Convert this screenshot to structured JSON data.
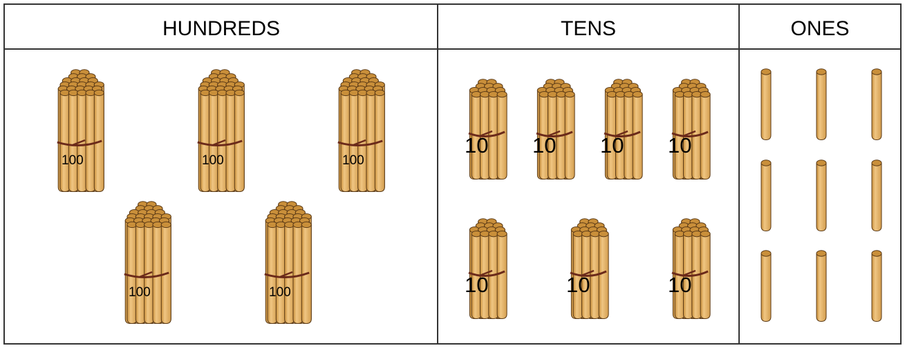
{
  "colors": {
    "header_text": "#2a9a2a",
    "stick_fill": "#e4b46a",
    "stick_top": "#c98f3a",
    "stick_stroke": "#5b3a16",
    "tie": "#6b2a1a",
    "grid": "#333333"
  },
  "columns": [
    {
      "id": "hundreds",
      "header": "HUNDREDS",
      "bundle_label": "100",
      "count": 5
    },
    {
      "id": "tens",
      "header": "TENS",
      "bundle_label": "10",
      "count": 7
    },
    {
      "id": "ones",
      "header": "ONES",
      "count": 9
    }
  ]
}
